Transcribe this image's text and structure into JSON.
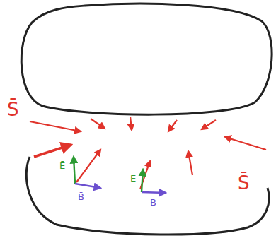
{
  "diagram": {
    "labels": [
      "S̄",
      "S̄",
      "Ē",
      "B̄",
      "Ē",
      "B̄"
    ]
  }
}
